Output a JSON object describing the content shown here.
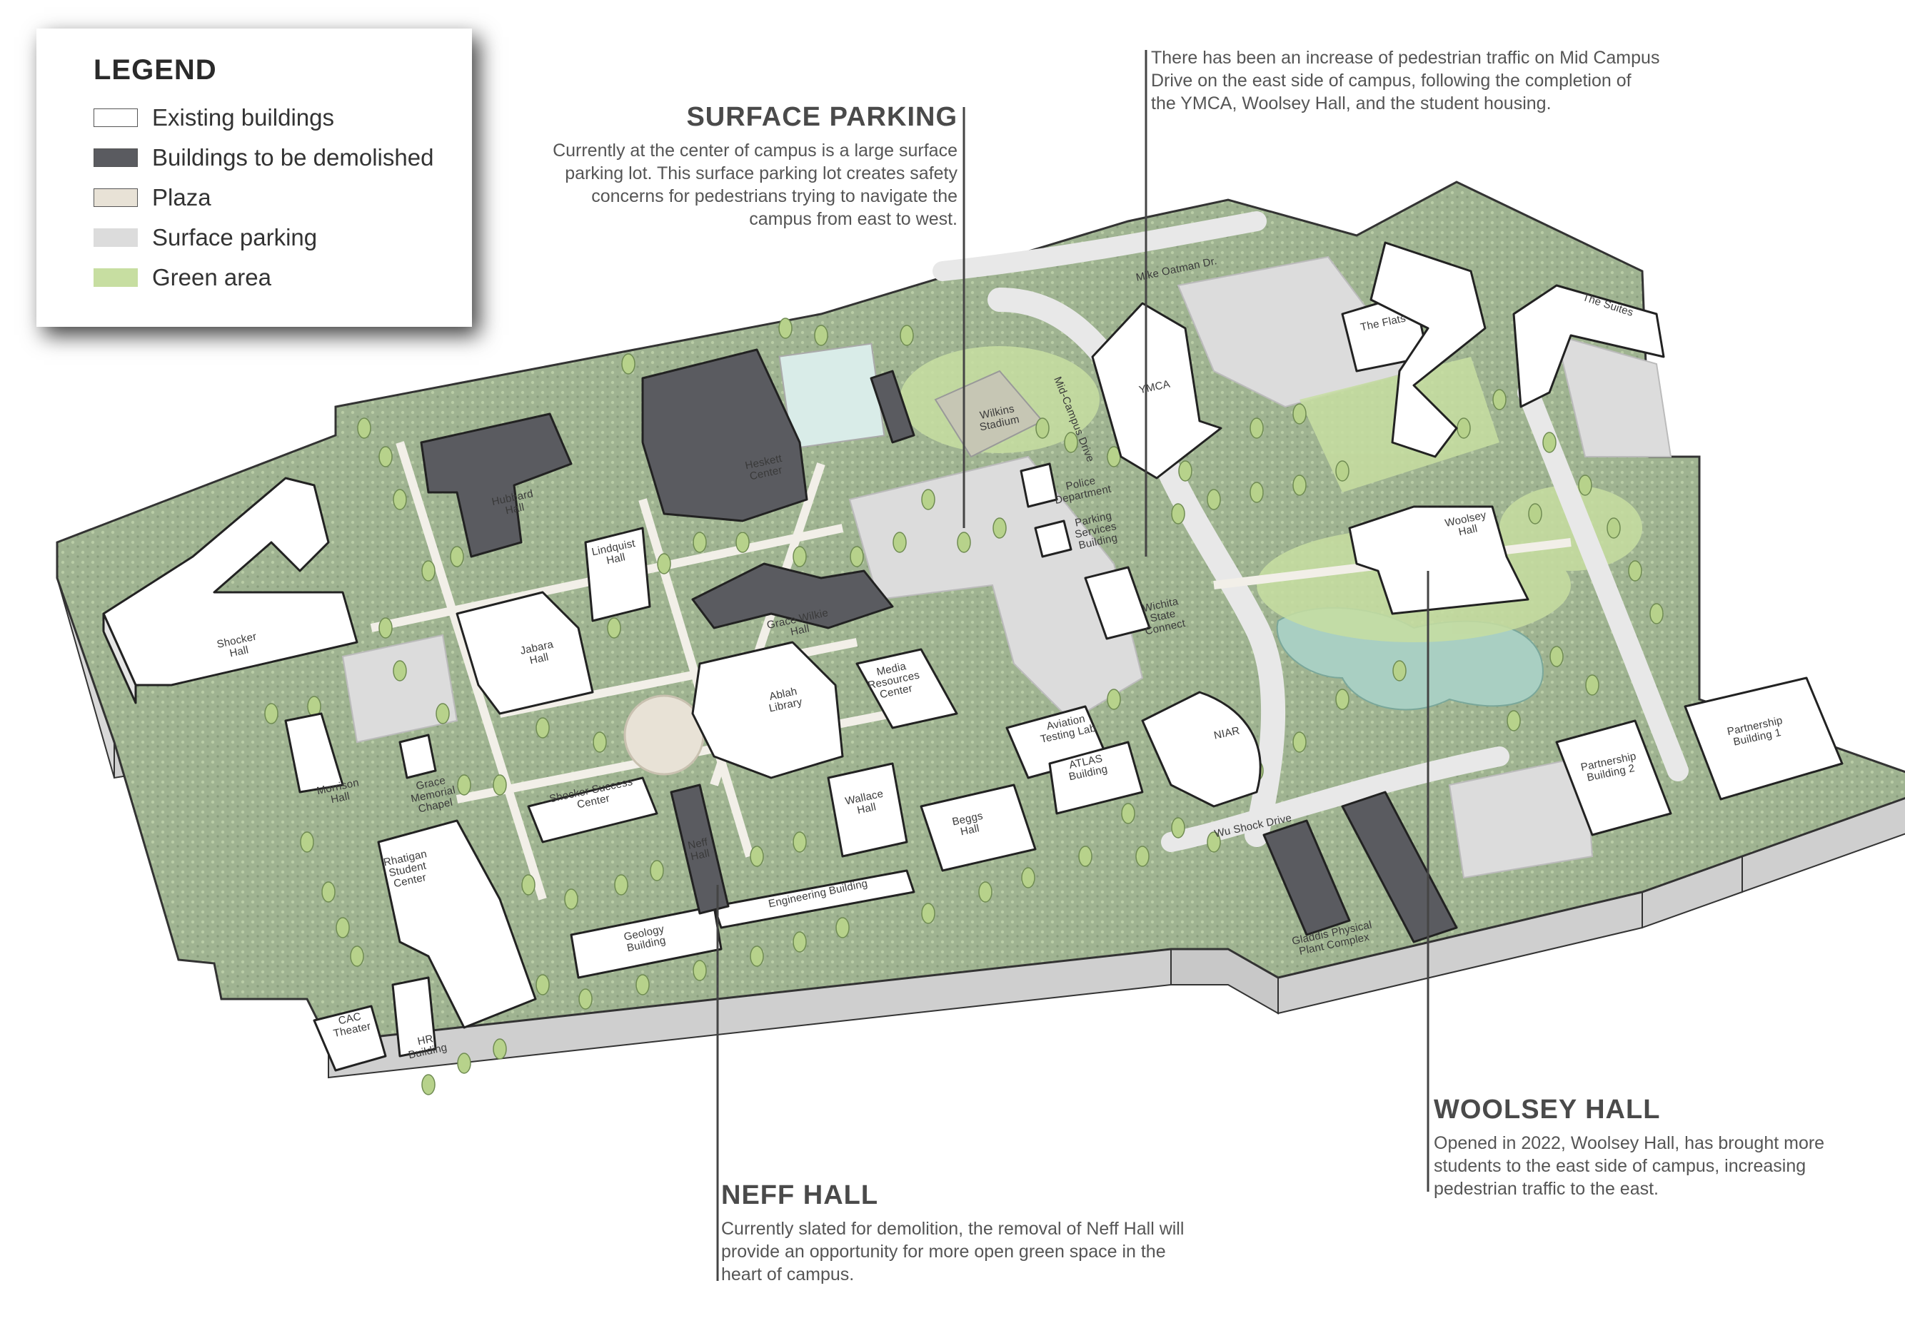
{
  "legend": {
    "title": "LEGEND",
    "items": [
      {
        "label": "Existing buildings",
        "color": "#ffffff"
      },
      {
        "label": "Buildings to be demolished",
        "color": "#5a5b60"
      },
      {
        "label": "Plaza",
        "color": "#e8e2d6"
      },
      {
        "label": "Surface parking",
        "color": "#dcdcdc"
      },
      {
        "label": "Green area",
        "color": "#c7dea1"
      }
    ]
  },
  "callouts": {
    "surface_parking": {
      "title": "SURFACE PARKING",
      "body": "Currently at the center of campus is a large surface\nparking lot. This surface parking lot creates safety\nconcerns for pedestrians trying to navigate the\ncampus from east to west."
    },
    "mid_campus": {
      "body": "There has been an increase of pedestrian traffic on Mid Campus\nDrive on the east side of campus, following the completion of\nthe YMCA, Woolsey Hall, and the student housing."
    },
    "neff_hall": {
      "title": "NEFF HALL",
      "body": "Currently slated for demolition, the removal of Neff Hall will\nprovide an opportunity for more open green space in the\nheart of campus."
    },
    "woolsey_hall": {
      "title": "WOOLSEY HALL",
      "body": "Opened in 2022, Woolsey Hall, has brought more\nstudents to the east side of campus, increasing\npedestrian traffic to the east."
    }
  },
  "buildings": {
    "shocker_hall": "Shocker\nHall",
    "hubbard_hall": "Hubbard\nHall",
    "heskett_center": "Heskett\nCenter",
    "wilkins_stadium": "Wilkins\nStadium",
    "ymca": "YMCA",
    "the_flats": "The Flats",
    "the_suites": "The Suites",
    "lindquist_hall": "Lindquist\nHall",
    "jabara_hall": "Jabara\nHall",
    "grace_wilkie_hall": "Grace Wilkie\nHall",
    "police_department": "Police\nDepartment",
    "parking_services": "Parking\nServices\nBuilding",
    "wichita_state_connect": "Wichita\nState\nConnect",
    "woolsey_hall": "Woolsey\nHall",
    "ablah_library": "Ablah\nLibrary",
    "media_resources": "Media\nResources\nCenter",
    "niar": "NIAR",
    "aviation_testing_lab": "Aviation\nTesting Lab",
    "atlas_building": "ATLAS\nBuilding",
    "partnership_2": "Partnership\nBuilding 2",
    "partnership_1": "Partnership\nBuilding 1",
    "morrison_hall": "Morrison\nHall",
    "grace_memorial_chapel": "Grace\nMemorial\nChapel",
    "shocker_success": "Shocker Success\nCenter",
    "neff_hall": "Neff\nHall",
    "wallace_hall": "Wallace\nHall",
    "beggs_hall": "Beggs\nHall",
    "rhatigan": "Rhatigan\nStudent\nCenter",
    "engineering_building": "Engineering Building",
    "geology_building": "Geology\nBuilding",
    "gladdis": "Gladdis Physical\nPlant Complex",
    "cac_theater": "CAC\nTheater",
    "hr_building": "HR\nBuilding"
  },
  "streets": {
    "mike_oatman": "Mike Oatman Dr.",
    "mid_campus_drive": "Mid-Campus Drive",
    "wu_shock_drive": "Wu Shock Drive"
  },
  "colors": {
    "green": "#c7dea1",
    "base_green": "#93a887",
    "parking": "#dcdcdc",
    "demolish": "#5a5b60",
    "plaza": "#e8e2d6",
    "pond": "#a9cfc2"
  }
}
